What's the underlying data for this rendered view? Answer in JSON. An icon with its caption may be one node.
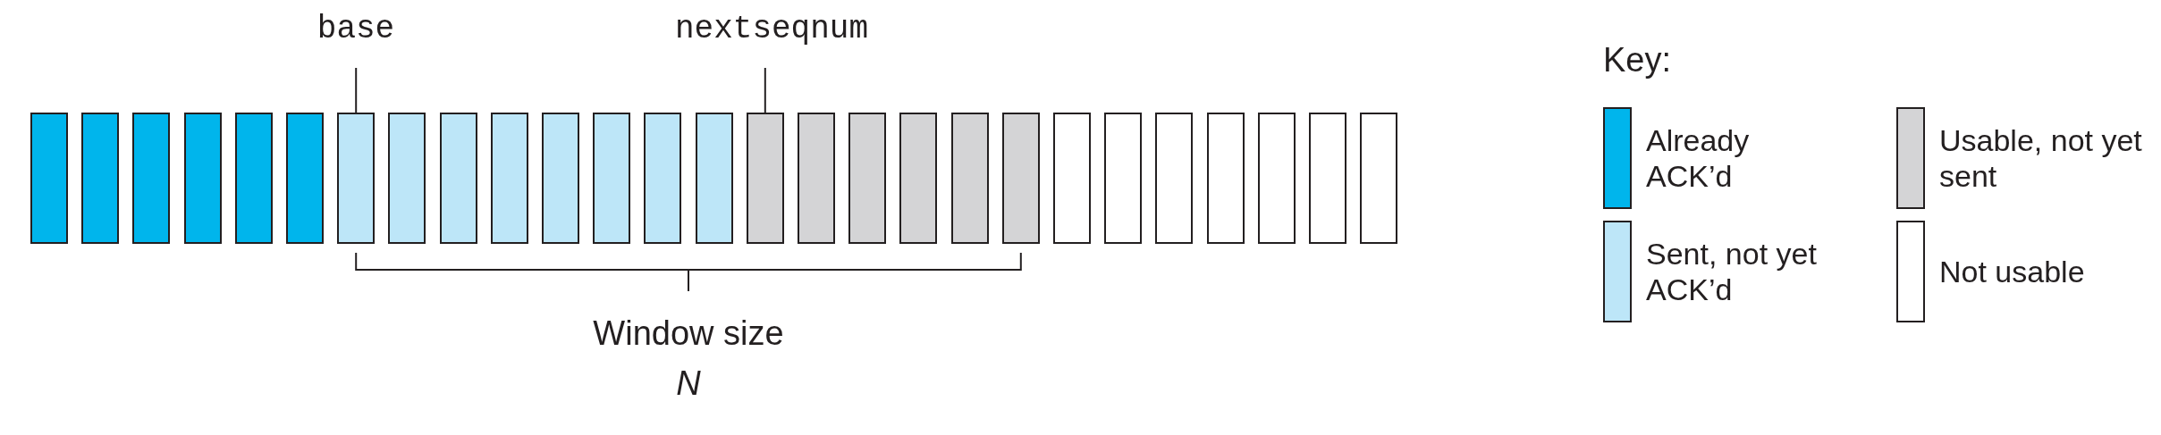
{
  "diagram": {
    "nodes": [
      {
        "text": [
          "base"
        ]
      },
      {
        "text": [
          "nextseqnum"
        ]
      },
      {
        "text": [],
        "shape": "box"
      },
      {
        "text": [],
        "shape": "box"
      },
      {
        "text": [],
        "shape": "box"
      },
      {
        "text": [],
        "shape": "box"
      },
      {
        "text": [],
        "shape": "box"
      },
      {
        "text": [],
        "shape": "box"
      },
      {
        "text": [],
        "shape": "box"
      },
      {
        "text": [],
        "shape": "box"
      },
      {
        "text": [],
        "shape": "box"
      },
      {
        "text": [],
        "shape": "box"
      },
      {
        "text": [],
        "shape": "box"
      },
      {
        "text": [],
        "shape": "box"
      },
      {
        "text": [],
        "shape": "box"
      },
      {
        "text": [],
        "shape": "box"
      },
      {
        "text": [],
        "shape": "box"
      },
      {
        "text": [],
        "shape": "box"
      },
      {
        "text": [],
        "shape": "box"
      },
      {
        "text": [],
        "shape": "box"
      },
      {
        "text": [],
        "shape": "box"
      },
      {
        "text": [],
        "shape": "box"
      },
      {
        "text": [],
        "shape": "box"
      },
      {
        "text": [],
        "shape": "box"
      },
      {
        "text": [],
        "shape": "box"
      },
      {
        "text": [],
        "shape": "box"
      },
      {
        "text": [],
        "shape": "box"
      },
      {
        "text": [],
        "shape": "box"
      },
      {
        "text": [],
        "shape": "box"
      }
    ],
    "edges": [
      {
        "from": 0,
        "to": 8,
        "arrow": "none"
      },
      {
        "from": 1,
        "to": 16,
        "arrow": "none"
      }
    ],
    "labels": [
      "Window size *N*",
      "Key:"
    ],
    "legend": [
      {
        "text": "Already ACK’d",
        "color": "#00b5ec"
      },
      {
        "text": "Usable, not yet sent",
        "color": "#d4d4d6"
      },
      {
        "text": "Sent, not yet ACK’d",
        "color": "#bde6f8"
      },
      {
        "text": "Not usable",
        "color": "#ffffff"
      }
    ]
  }
}
